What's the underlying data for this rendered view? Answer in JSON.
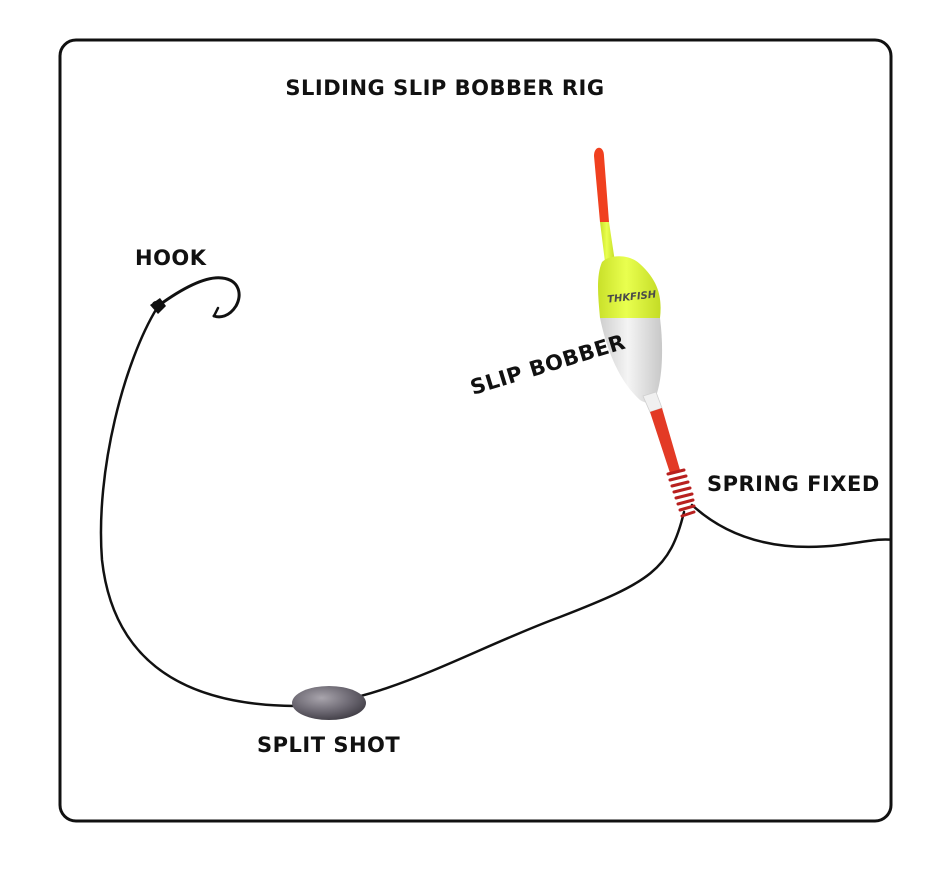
{
  "title": "SLIDING SLIP BOBBER RIG",
  "labels": {
    "hook": "HOOK",
    "slip_bobber": "SLIP BOBBER",
    "spring_fixed": "SPRING FIXED",
    "split_shot": "SPLIT SHOT"
  },
  "bobber_brand": "THKFISH",
  "colors": {
    "frame": "#111111",
    "line": "#111111",
    "bobber_tip": "#f0401f",
    "bobber_top": "#dcf23a",
    "bobber_bottom": "#e6e6e6",
    "stem": "#e33a25",
    "spring": "#d22a2a",
    "split_shot": "#6a6670"
  }
}
